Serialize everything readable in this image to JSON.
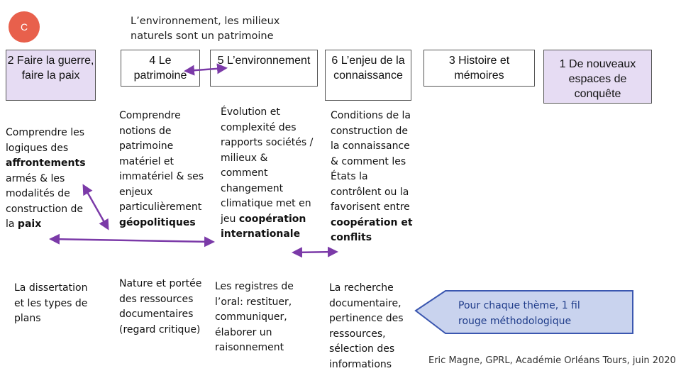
{
  "badge": "C",
  "title": "L’environnement, les milieux naturels sont un patrimoine",
  "boxes": {
    "b2": "2 Faire la guerre, faire la paix",
    "b4": "4 Le patrimoine",
    "b5": "5 L’environnement",
    "b6": "6 L’enjeu de la connaissance",
    "b3": "3 Histoire et mémoires",
    "b1": "1 De nouveaux espaces de conquête"
  },
  "col1": {
    "text_a": "Comprendre les logiques des",
    "bold_a": "affrontements",
    "text_b": "armés & les modalités de construction de la",
    "bold_b": "paix",
    "method": "La dissertation et les types de plans"
  },
  "col4": {
    "text": "Comprendre notions de patrimoine matériel et immatériel & ses enjeux particulièrement",
    "bold": "géopolitiques",
    "method": "Nature et portée des ressources documentaires (regard critique)"
  },
  "col5": {
    "text": "Évolution et complexité des rapports sociétés / milieux & comment changement climatique met en jeu",
    "bold": "coopération internationale",
    "method": "Les registres de l’oral: restituer, communiquer, élaborer un raisonnement"
  },
  "col6": {
    "text": "Conditions de la construction de la connaissance & comment les États la contrôlent ou la favorisent entre",
    "bold": "coopération et conflits",
    "method": "La recherche documentaire, pertinence des ressources, sélection des informations"
  },
  "callout": "Pour chaque thème, 1 fil rouge méthodologique",
  "credit": "Eric Magne, GPRL, Académie Orléans Tours, juin 2020",
  "colors": {
    "badge": "#e8604c",
    "lavender": "#e6dcf3",
    "arrow": "#7b3aa8",
    "callout_fill": "#c9d3ee",
    "callout_stroke": "#3b57b0"
  }
}
